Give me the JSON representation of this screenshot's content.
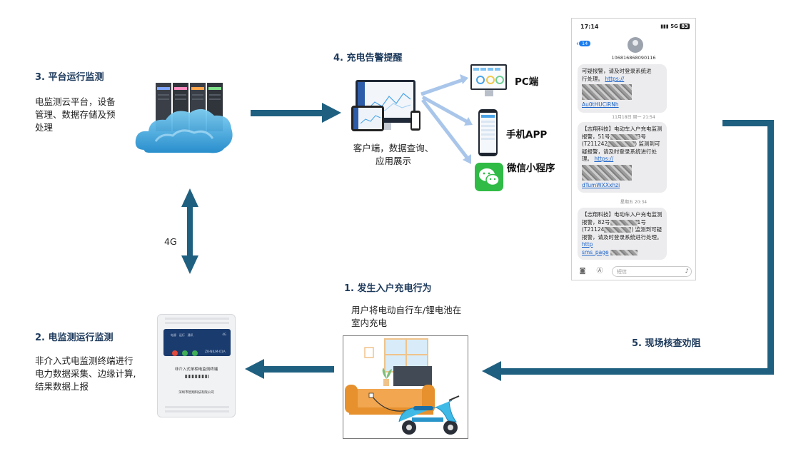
{
  "step1": {
    "title": "1. 发生入户充电行为",
    "desc_line1": "用户将电动自行车/锂电池在",
    "desc_line2": "室内充电"
  },
  "step2": {
    "title": "2. 电监测运行监测",
    "desc_line1": "非介入式电监测终端进行",
    "desc_line2": "电力数据采集、边缘计算,",
    "desc_line3": "结果数据上报"
  },
  "step3": {
    "title": "3. 平台运行监测",
    "desc_line1": "电监测云平台，设备",
    "desc_line2": "管理、数据存储及预",
    "desc_line3": "处理"
  },
  "step4": {
    "title": "4. 充电告警提醒",
    "desc_line1": "客户端，数据查询、",
    "desc_line2": "应用展示"
  },
  "step5": {
    "title": "5. 现场核查劝阻"
  },
  "link_label": "4G",
  "clients": {
    "pc": "PC端",
    "app": "手机APP",
    "wechat": "微信小程序"
  },
  "terminal": {
    "leds": [
      "电源",
      "运行",
      "通讯"
    ],
    "model": "ZK-NILM-01A",
    "brand_mark": "4G",
    "name": "非介入式单相电监测终端",
    "maker": "深圳市智翔科技有限公司"
  },
  "phone": {
    "time": "17:14",
    "signal": "5G",
    "battery": "83",
    "back_count": "14",
    "number": "106816868090116",
    "msg1_line1": "可疑报警，请及时登录系统进",
    "msg1_line2": "行处理。",
    "msg1_link1": "https://",
    "msg1_link2": "Au0tHUCiRNh",
    "ts2": "11月18日 周一 21:54",
    "msg2_text": "【志翔科技】电动车入户充电监测报警，51号",
    "msg2_mid": "3号 (T211242",
    "msg2_tail": ") 监测到可疑报警，请及时登录系统进行处理。",
    "msg2_link1": "https://",
    "msg2_link2": "dTumWXXxhzi",
    "ts3": "星期五 20:34",
    "msg3_text": "【志翔科技】电动车入户充电监测报警，82号",
    "msg3_mid": "1号 (T21124",
    "msg3_tail": ") 监测到可疑报警，请及时登录系统进行处理。",
    "msg3_link1": "http",
    "msg3_link2": "sms_page",
    "input_placeholder": "短信"
  },
  "colors": {
    "arrow": "#1f6080",
    "light_arrow": "#a9c6ea",
    "title": "#1d3a5c"
  }
}
